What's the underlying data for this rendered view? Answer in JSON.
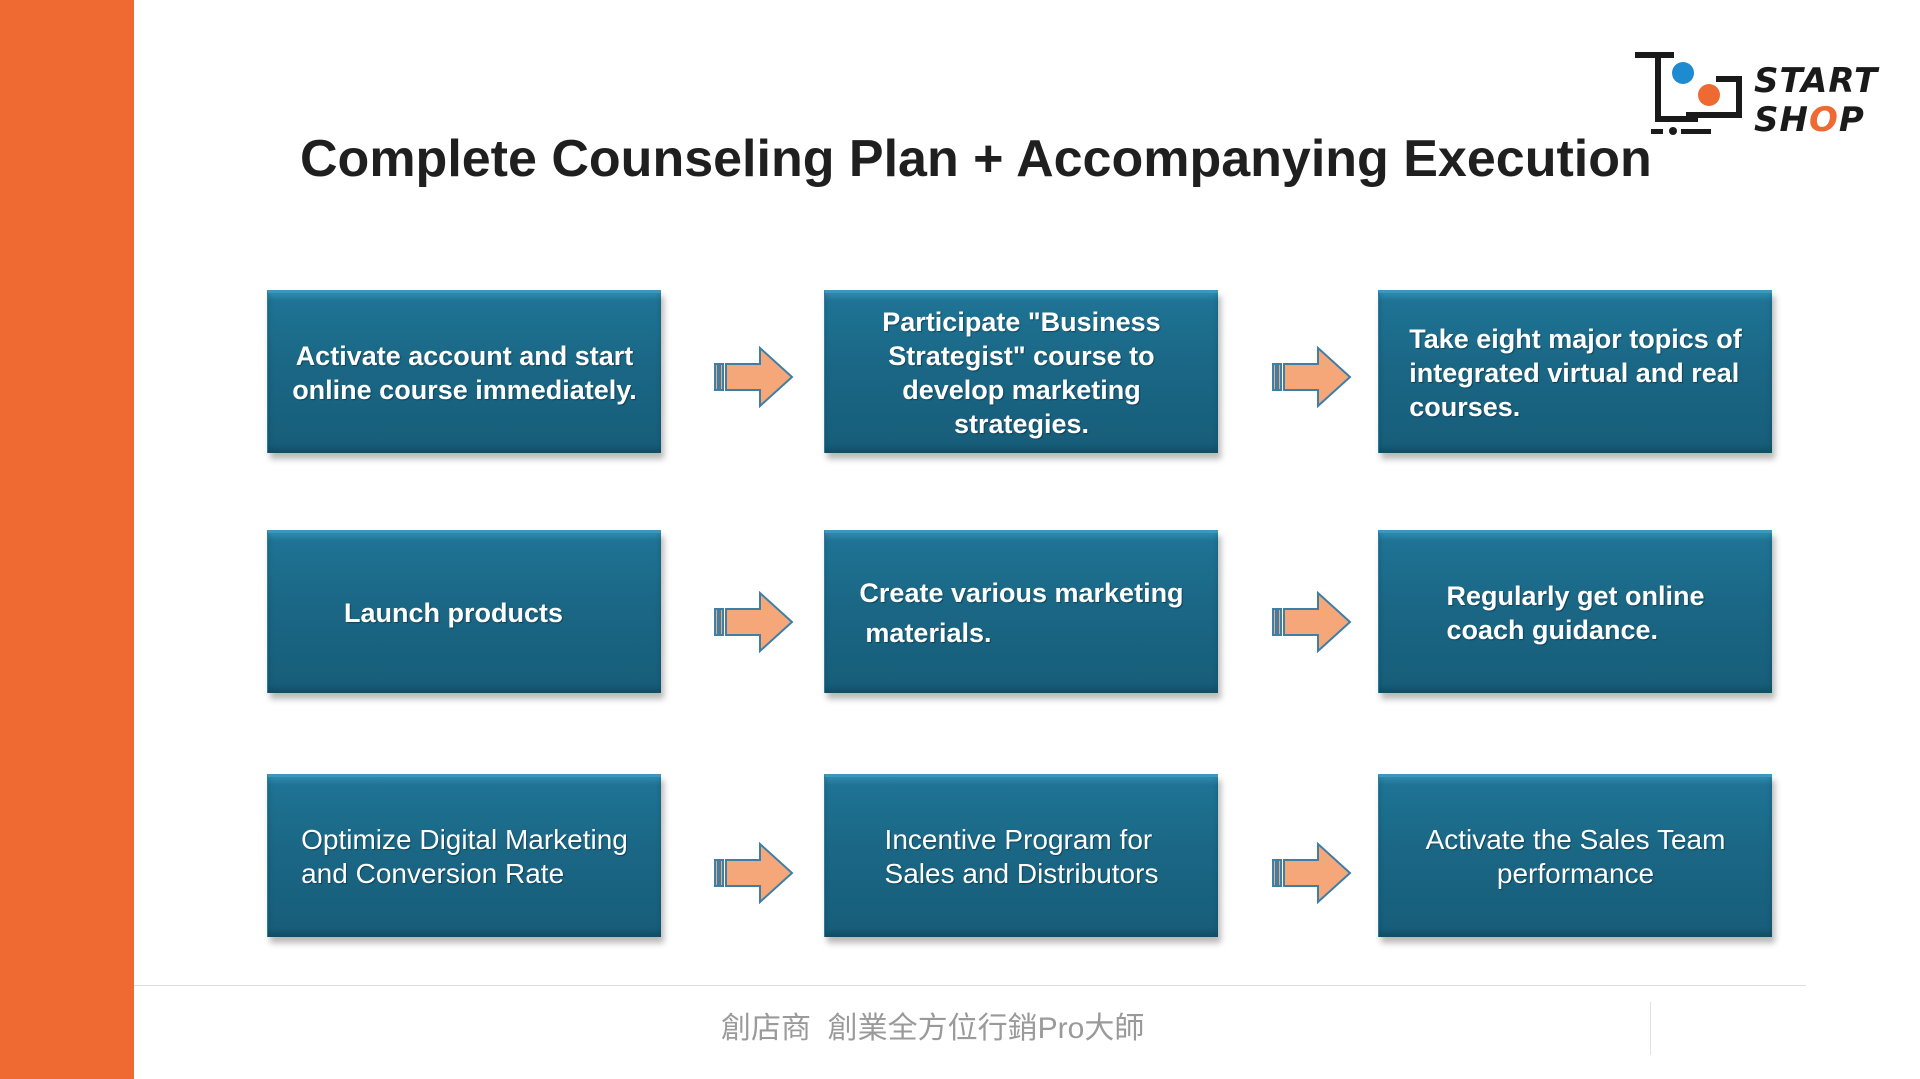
{
  "title": "Complete Counseling Plan + Accompanying Execution",
  "logo": {
    "icon": "shopping-cart-icon",
    "line1": "START",
    "line2_a": "SH",
    "line2_o": "O",
    "line2_b": "P"
  },
  "arrow_icon": "arrow-right-icon",
  "flow": {
    "rows": [
      {
        "steps": [
          {
            "lines": [
              "Activate account and start",
              "online course immediately."
            ]
          },
          {
            "lines": [
              "Participate \"Business",
              "Strategist\" course to",
              "develop marketing",
              "strategies."
            ]
          },
          {
            "lines": [
              "Take eight major topics of",
              "integrated virtual and real",
              "courses."
            ]
          }
        ]
      },
      {
        "steps": [
          {
            "lines": [
              "Launch products"
            ]
          },
          {
            "lines": [
              "Create various marketing",
              "materials."
            ]
          },
          {
            "lines": [
              "Regularly get online",
              "coach guidance."
            ]
          }
        ]
      },
      {
        "steps": [
          {
            "lines": [
              "Optimize Digital Marketing",
              "and Conversion Rate"
            ]
          },
          {
            "lines": [
              "Incentive Program for",
              "Sales and Distributors"
            ]
          },
          {
            "lines": [
              "Activate the Sales Team",
              "performance"
            ]
          }
        ]
      }
    ]
  },
  "footer": {
    "text": "創店商  創業全方位行銷Pro大師"
  },
  "colors": {
    "accent": "#ef6a32",
    "teal": "#1a6785",
    "arrow_fill": "#f6a77a",
    "arrow_stroke": "#3d7fa6"
  }
}
